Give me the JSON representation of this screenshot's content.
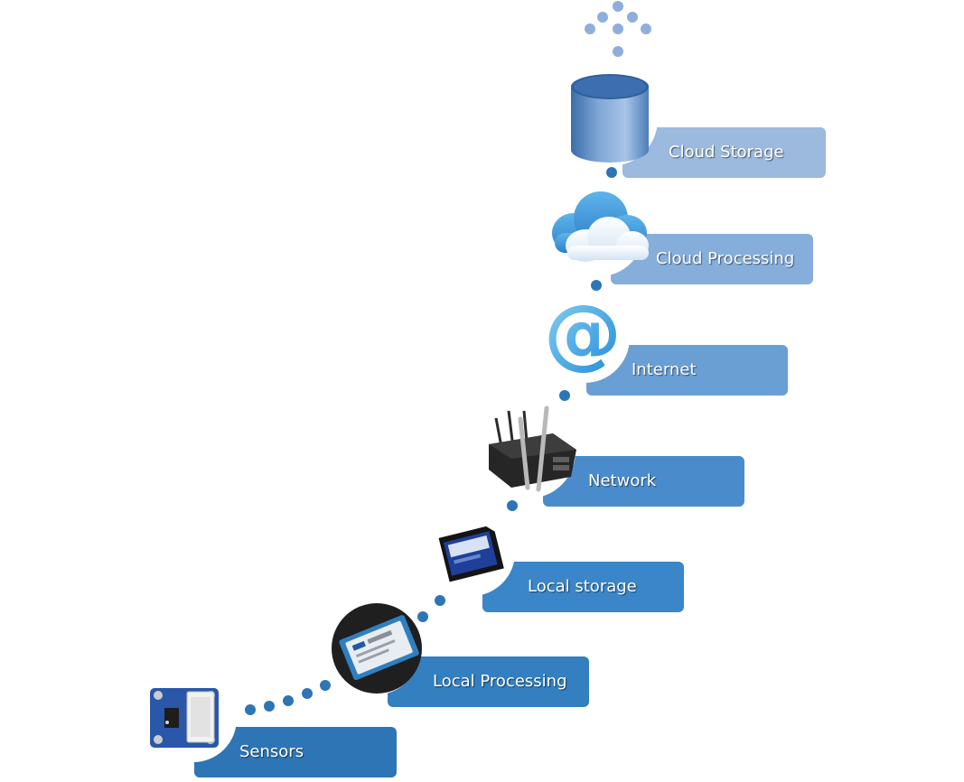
{
  "steps": [
    {
      "label": "Sensors",
      "color": "#2e75b6",
      "icon": "sensor-board-icon"
    },
    {
      "label": "Local Processing",
      "color": "#337fc0",
      "icon": "edison-module-icon"
    },
    {
      "label": "Local storage",
      "color": "#3a86c8",
      "icon": "sd-card-icon"
    },
    {
      "label": "Network",
      "color": "#4a8ccb",
      "icon": "router-icon"
    },
    {
      "label": "Internet",
      "color": "#6a9fd4",
      "icon": "at-sign-icon"
    },
    {
      "label": "Cloud Processing",
      "color": "#86aedb",
      "icon": "cloud-icon"
    },
    {
      "label": "Cloud Storage",
      "color": "#9bbade",
      "icon": "database-cylinder-icon"
    }
  ],
  "dot_color": "#2e75b6",
  "top_dot_color": "#8faedc"
}
